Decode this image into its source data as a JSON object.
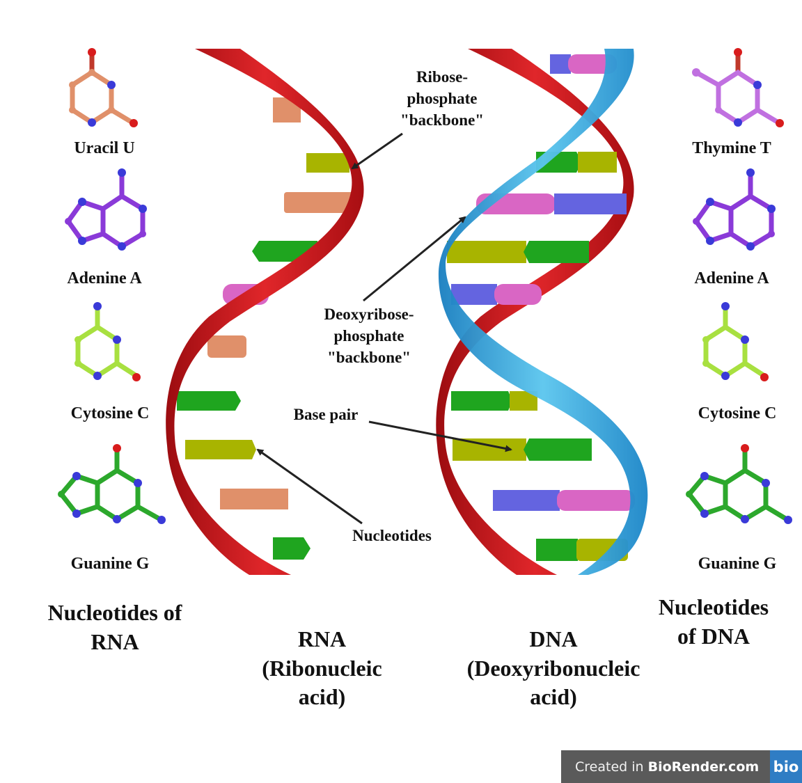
{
  "diagram": {
    "rna_nucleotides": [
      "Uracil U",
      "Adenine A",
      "Cytosine C",
      "Guanine G"
    ],
    "dna_nucleotides": [
      "Thymine T",
      "Adenine A",
      "Cytosine C",
      "Guanine G"
    ],
    "headings": {
      "rna_nucleotides": [
        "Nucleotides of",
        "RNA"
      ],
      "dna_nucleotides": [
        "Nucleotides",
        "of DNA"
      ],
      "rna": [
        "RNA",
        "(Ribonucleic",
        "acid)"
      ],
      "dna": [
        "DNA",
        "(Deoxyribonucleic",
        "acid)"
      ]
    },
    "annotations": {
      "ribose": [
        "Ribose-",
        "phosphate",
        "\"backbone\""
      ],
      "deoxyribose": [
        "Deoxyribose-",
        "phosphate",
        "\"backbone\""
      ],
      "base_pair": "Base pair",
      "nucleotides": "Nucleotides"
    },
    "colors": {
      "backbone_red": "#c8141a",
      "backbone_blue": "#2f9ed6",
      "uracil": "#e0906a",
      "adenine": "#1fa51f",
      "cytosine": "#a8b400",
      "guanine": "#d966c4",
      "thymine": "#6464e0",
      "atom_nitrogen": "#3a3ad8",
      "atom_oxygen": "#d81c1c"
    }
  },
  "watermark": {
    "prefix": "Created in ",
    "brand": "BioRender.com",
    "logo": "bio"
  }
}
